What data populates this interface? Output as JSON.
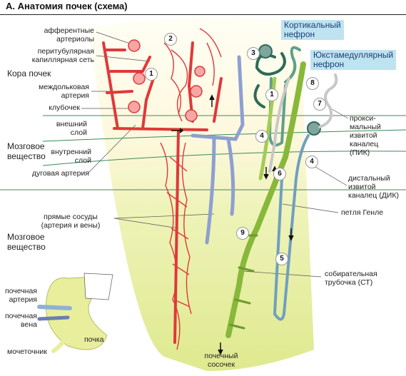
{
  "title": "А. Анатомия почек (схема)",
  "labels": {
    "afferent": "афферентные\nартериолы",
    "peritubular": "перитубулярная\nкапиллярная сеть",
    "cortex": "Кора почек",
    "interlobular": "междольковая\nартерия",
    "glomerulus": "клубочек",
    "outer": "внешний\nслой",
    "medulla1": "Мозговое\nвещество",
    "inner": "внутренний\nслой",
    "arcuate": "дуговая артерия",
    "vasa_recta": "прямые сосуды\n(артерия и вены)",
    "medulla2": "Мозговое\nвещество",
    "renal_artery": "почечная\nартерия",
    "renal_vein": "почечная\nвена",
    "ureter": "мочеточник",
    "kidney": "почка",
    "cortical_nephron": "Кортикальный\nнефрон",
    "juxta_nephron": "Юкстамедуллярный\nнефрон",
    "pct": "прокси-\nмальный\nизвитой\nканалец\n(ПИК)",
    "dct": "дистальный\nизвитой\nканалец (ДИК)",
    "henle": "петля Генле",
    "collecting": "собирательная\nтрубочка (СТ)",
    "papilla": "почечный\nсосочек"
  },
  "numbers": [
    "1",
    "2",
    "3",
    "1",
    "4",
    "8",
    "7",
    "4",
    "6",
    "9",
    "5"
  ],
  "colors": {
    "artery": "#e0383a",
    "vein": "#8e9fd0",
    "tubule_green": "#88b83a",
    "tubule_dark": "#2e6a5a",
    "cortex_bg": "#fdf6d4",
    "medulla_bg": "#e8f0a8",
    "callout_bg": "#bfe3f0"
  }
}
